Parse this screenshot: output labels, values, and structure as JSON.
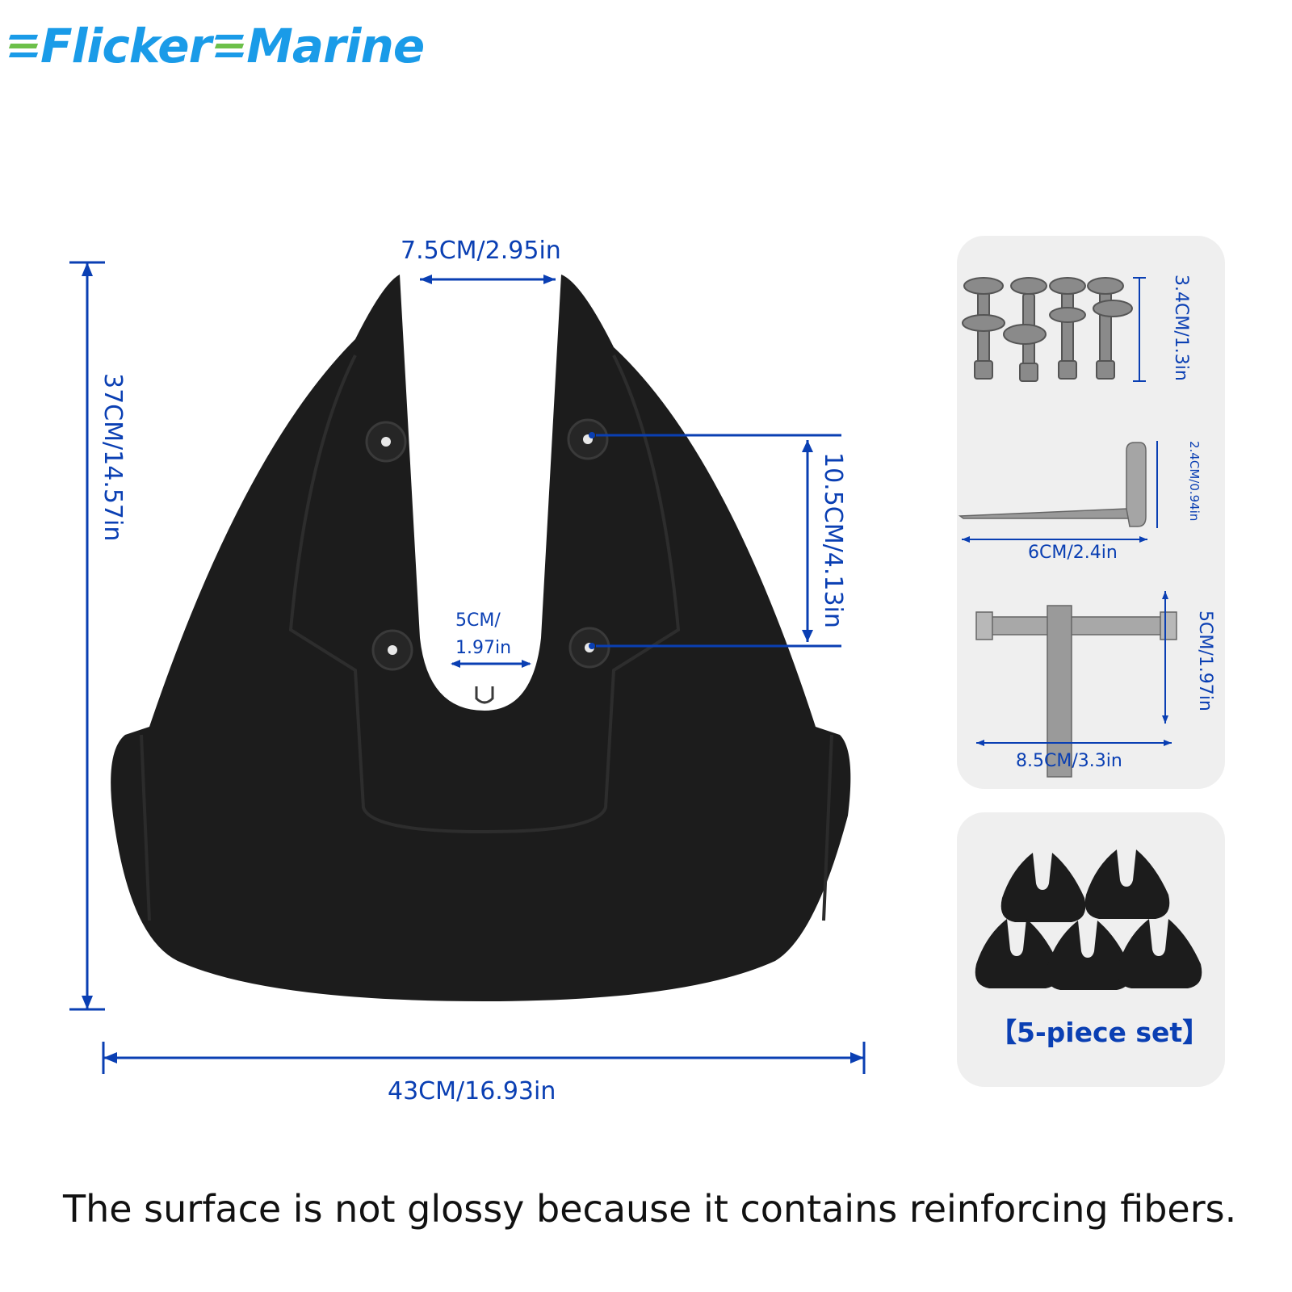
{
  "brand": {
    "name_left": "Flicker",
    "name_right": "Marine",
    "colors": {
      "blue": "#1a9be8",
      "green": "#6cc04a"
    }
  },
  "main_product": {
    "dimensions": {
      "top_opening": "7.5CM/2.95in",
      "height": "37CM/14.57in",
      "hole_spacing": "10.5CM/4.13in",
      "slot_width_line1": "5CM/",
      "slot_width_line2": "1.97in",
      "width": "43CM/16.93in"
    },
    "color": "#1c1c1c"
  },
  "accessories": {
    "bolts": {
      "size": "3.4CM/1.3in"
    },
    "l_key": {
      "height": "2.4CM/0.94in",
      "length": "6CM/2.4in"
    },
    "t_wrench": {
      "height": "5CM/1.97in",
      "width": "8.5CM/3.3in"
    },
    "set": {
      "label": "【5-piece set】"
    }
  },
  "dimension_color": "#0a3fb3",
  "footer": {
    "note": "The surface is not glossy because it contains reinforcing fibers."
  }
}
